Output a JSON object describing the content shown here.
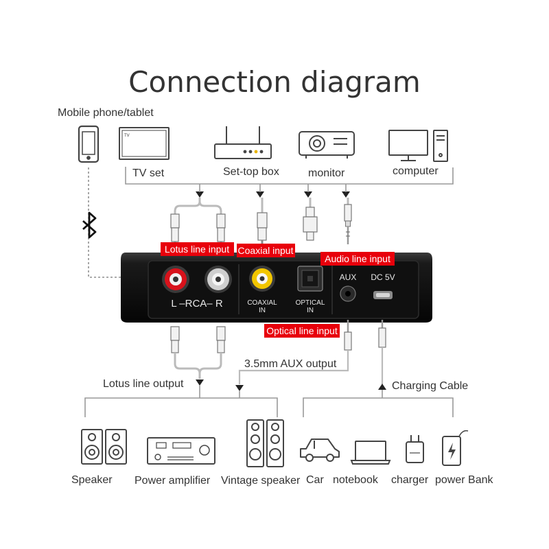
{
  "title": "Connection diagram",
  "sources": {
    "mobile": "Mobile phone/tablet",
    "tv_screen": "TV",
    "tv": "TV set",
    "stb": "Set-top box",
    "monitor": "monitor",
    "computer": "computer"
  },
  "tags": {
    "lotus_in": "Lotus line input",
    "coaxial_in": "Coaxial input",
    "audio_in": "Audio line input",
    "optical_in": "Optical line input"
  },
  "panel": {
    "rca": "L –RCA– R",
    "coaxial_1": "COAXIAL",
    "coaxial_2": "IN",
    "optical_1": "OPTICAL",
    "optical_2": "IN",
    "aux": "AUX",
    "dc": "DC 5V"
  },
  "outputs": {
    "aux_out": "3.5mm AUX output",
    "lotus_out": "Lotus line output",
    "charging": "Charging Cable"
  },
  "devices": {
    "speaker": "Speaker",
    "amplifier": "Power amplifier",
    "vintage": "Vintage speaker",
    "car": "Car",
    "notebook": "notebook",
    "charger": "charger",
    "powerbank": "power Bank"
  },
  "colors": {
    "tag_red": "#e8000b",
    "line_gray": "#8a8a8a",
    "device_dark": "#111111",
    "rca_red": "#d8121b",
    "rca_white": "#d9d9d9",
    "coax_yellow": "#f2c600"
  }
}
